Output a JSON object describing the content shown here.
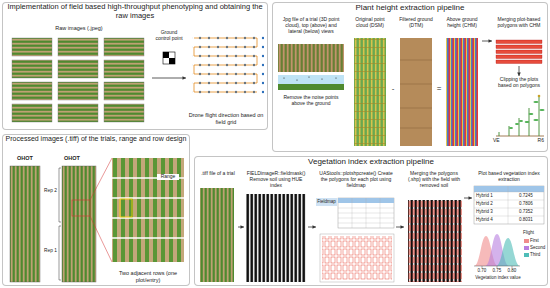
{
  "diagram": {
    "nodes": [
      {
        "text": [
          "Implementation of field based high-throughput phenotyping and obtaining the raw images"
        ]
      },
      {
        "text": [
          "Raw images (.jpeg)"
        ],
        "in": 0
      },
      {
        "text": [
          "Drone flight direction based on field grid"
        ],
        "in": 0
      },
      {
        "text": [
          "Plant height extraction pipeline"
        ]
      },
      {
        "text": [
          "Jpg file of a trial (3D point cloud), top (above) and lateral (below) views"
        ],
        "in": 3
      },
      {
        "text": [
          "Original point cloud (DSM)"
        ],
        "in": 3
      },
      {
        "text": [
          "Filtered ground (DTM)"
        ],
        "in": 3
      },
      {
        "text": [
          "Above ground height (CHM)"
        ],
        "in": 3
      },
      {
        "text": [
          "Merging plot-based polygons with CHM"
        ],
        "in": 3
      },
      {
        "text": [
          "Clipping the plots based on polygons"
        ],
        "in": 3
      },
      {
        "text": [
          "Processed images (.tiff) of the trials, range and row design"
        ]
      },
      {
        "text": [
          "OHOT"
        ],
        "in": 10
      },
      {
        "text": [
          "OHOT"
        ],
        "in": 10
      },
      {
        "text": [
          "Two adjacent rows (one plot/entry)"
        ],
        "in": 10
      },
      {
        "text": [
          "Vegetation index extraction pipeline"
        ]
      },
      {
        "text": [
          ".tiff file of a trial"
        ],
        "in": 14
      },
      {
        "text": [
          "FIELDimageR::fieldmask() Remove soil using HUE index"
        ],
        "in": 14
      },
      {
        "text": [
          "UAStools::plotshpcreate() Create the polygons for each plot using fieldmap"
        ],
        "in": 14
      },
      {
        "text": [
          "Merging the polygons (.shp) with the field with removed soil"
        ],
        "in": 14
      },
      {
        "text": [
          "Plot based vegetation index extraction"
        ],
        "in": 14
      }
    ],
    "edges": [
      {
        "from": 1,
        "to": 2,
        "arrow": "to"
      },
      {
        "from": 7,
        "to": 8,
        "arrow": "to"
      },
      {
        "from": 8,
        "to": 9,
        "arrow": "to"
      },
      {
        "from": 15,
        "to": 16,
        "arrow": "to"
      },
      {
        "from": 16,
        "to": 17,
        "arrow": "to"
      },
      {
        "from": 17,
        "to": 18,
        "arrow": "to"
      },
      {
        "from": 18,
        "to": 19,
        "arrow": "to"
      }
    ],
    "labels": [
      "Ground control point",
      "-",
      "=",
      "Remove the noise points above the ground",
      "VE",
      "R6",
      "Rep 2",
      "Rep 1",
      "Range",
      "Fieldmap",
      "Hybrid 1",
      "0.7245",
      "Hybrid 2",
      "0.7806",
      "Hybrid 3",
      "0.7352",
      "Hybrid 4",
      "0.8031",
      "Flight",
      "0.70",
      "0.75",
      "0.80",
      "Vegetation index value"
    ],
    "legend": [
      {
        "text": "First",
        "color": "#f08c8c"
      },
      {
        "text": "Second",
        "color": "#b77fe0"
      },
      {
        "text": "Third",
        "color": "#4fbdb8"
      }
    ]
  }
}
